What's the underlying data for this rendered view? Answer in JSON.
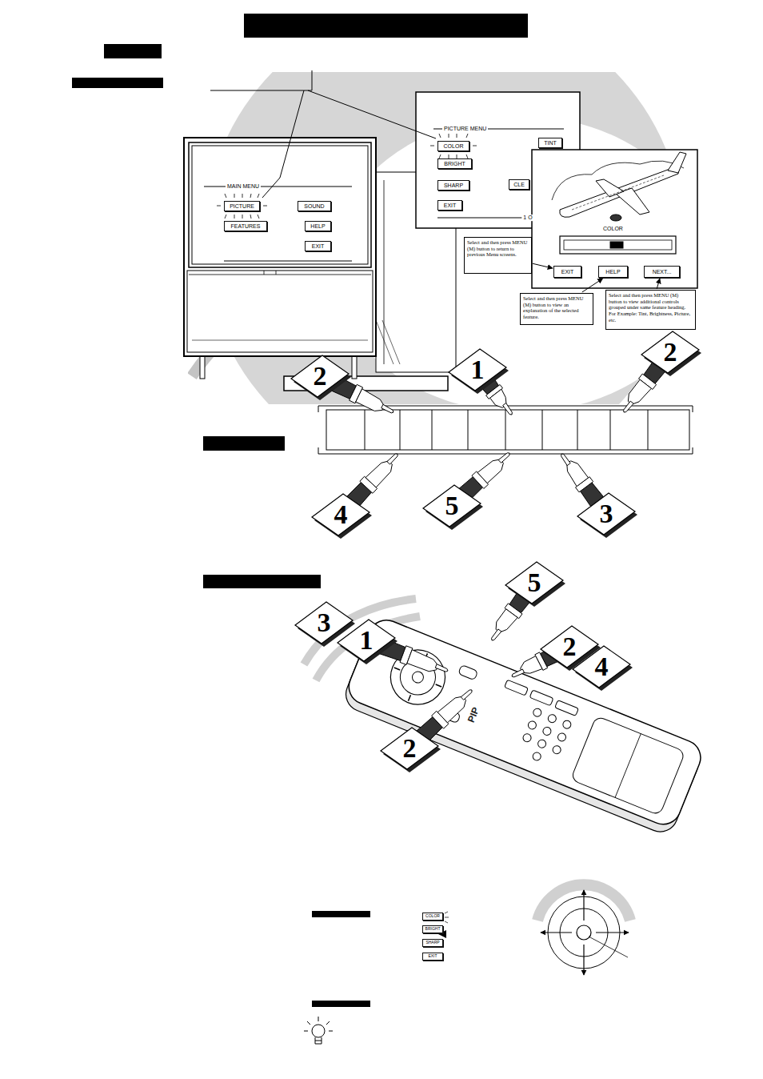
{
  "diagram": {
    "nodes": [
      {
        "text": [
          "MAIN MENU"
        ]
      },
      {
        "text": [
          "PICTURE"
        ],
        "in": 0
      },
      {
        "text": [
          "SOUND"
        ],
        "in": 0
      },
      {
        "text": [
          "FEATURES"
        ],
        "in": 0
      },
      {
        "text": [
          "HELP"
        ],
        "in": 0
      },
      {
        "text": [
          "EXIT"
        ],
        "in": 0
      },
      {
        "text": [
          "PICTURE MENU"
        ]
      },
      {
        "text": [
          "COLOR"
        ],
        "in": 6
      },
      {
        "text": [
          "TINT"
        ],
        "in": 6
      },
      {
        "text": [
          "BRIGHT"
        ],
        "in": 6
      },
      {
        "text": [
          "SHARP"
        ],
        "in": 6
      },
      {
        "text": [
          "CLE"
        ],
        "in": 6
      },
      {
        "text": [
          "EXIT"
        ],
        "in": 6
      },
      {
        "text": [
          "COLOR"
        ]
      },
      {
        "text": [
          "EXIT"
        ],
        "in": 13
      },
      {
        "text": [
          "HELP"
        ],
        "in": 13
      },
      {
        "text": [
          "NEXT..."
        ],
        "in": 13
      },
      {
        "text": [
          "Select and then press MENU (M) button to return to previous Menu screens."
        ]
      },
      {
        "text": [
          "Select and then press MENU (M) button to view an explanation of the selected feature."
        ]
      },
      {
        "text": [
          "Select and then press MENU (M) button to view additional controls grouped under same feature heading. For Example: Tint, Brightness, Picture, etc."
        ]
      },
      {
        "text": [
          "COLOR"
        ]
      },
      {
        "text": [
          "BRIGHT"
        ]
      },
      {
        "text": [
          "SHARP"
        ]
      },
      {
        "text": [
          "EXIT"
        ]
      }
    ],
    "edges": [
      {
        "from": 17,
        "to": 14,
        "arrow": "to"
      },
      {
        "from": 18,
        "to": 15,
        "arrow": "to"
      },
      {
        "from": 19,
        "to": 16,
        "arrow": "to"
      }
    ],
    "labels": [
      "1 O",
      "2",
      "1",
      "2",
      "4",
      "5",
      "3",
      "3",
      "1",
      "5",
      "2",
      "4",
      "2",
      "PIP"
    ]
  }
}
